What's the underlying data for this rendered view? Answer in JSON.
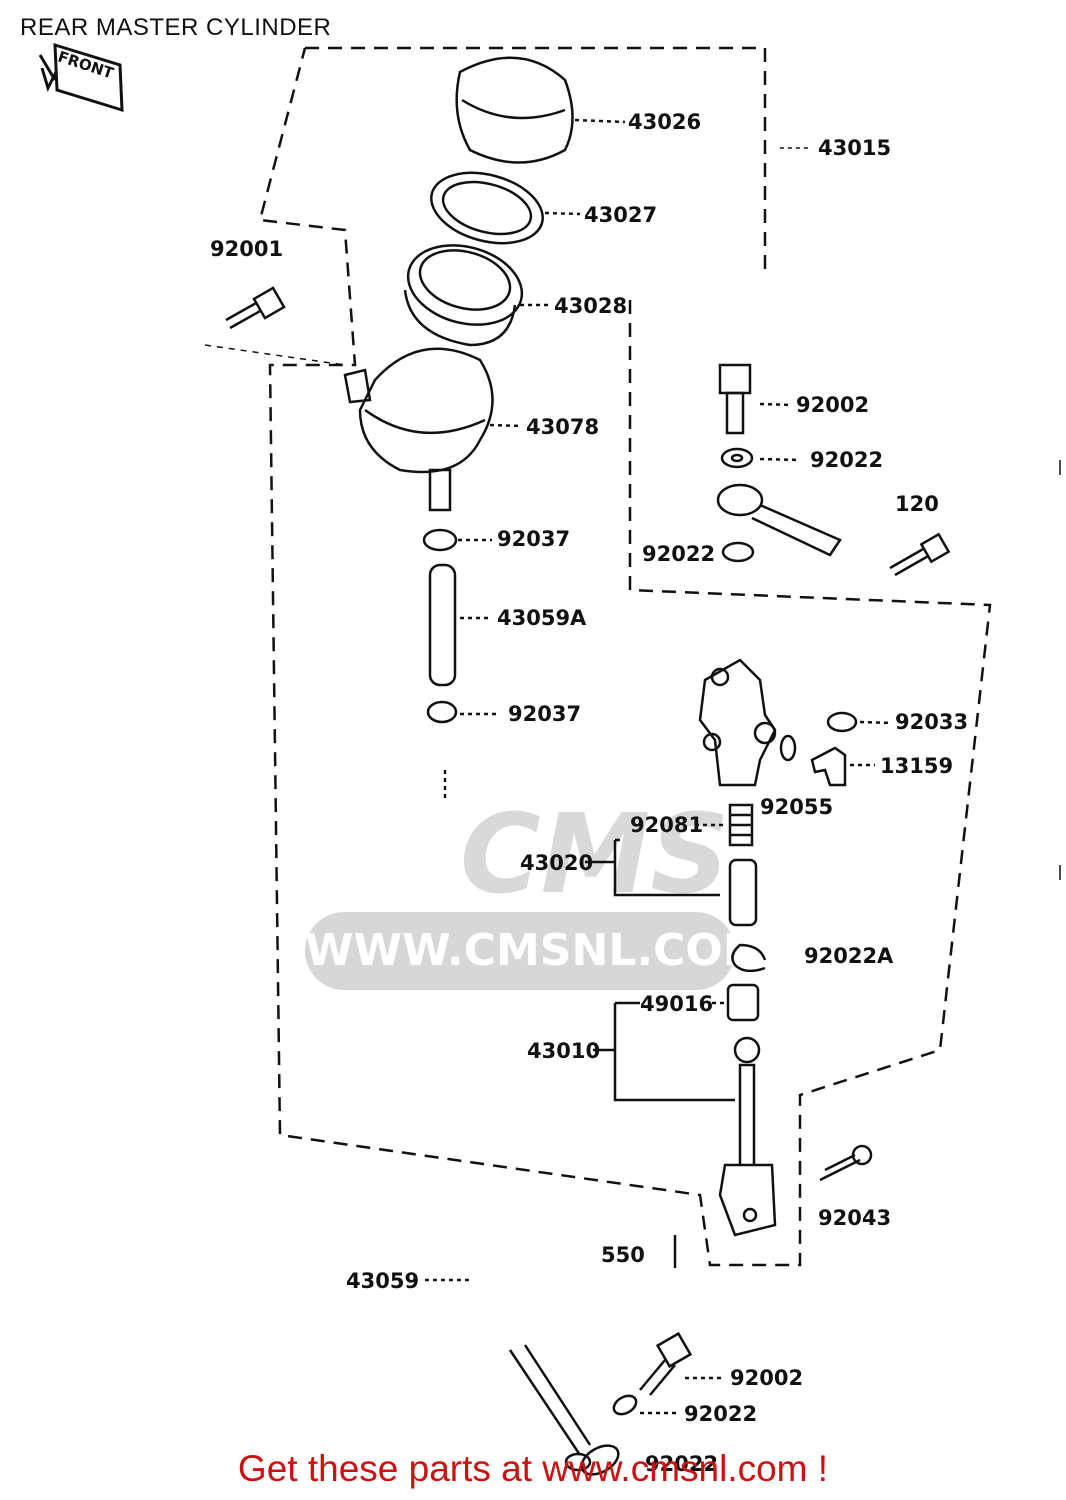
{
  "title": "REAR MASTER CYLINDER",
  "front_marker": "FRONT",
  "footer": "Get these parts at www.cmsnl.com !",
  "watermark": {
    "logo_text": "CMS",
    "url_text": "WWW.CMSNL.COM"
  },
  "parts": {
    "p43026": "43026",
    "p43015": "43015",
    "p43027": "43027",
    "p92001": "92001",
    "p43028": "43028",
    "p43078": "43078",
    "p92002_top": "92002",
    "p92022_top": "92022",
    "p120": "120",
    "p92022_mid": "92022",
    "p92037_top": "92037",
    "p43059A": "43059A",
    "p92037_bot": "92037",
    "p92033": "92033",
    "p13159": "13159",
    "p92055": "92055",
    "p92081": "92081",
    "p43020": "43020",
    "p92022A": "92022A",
    "p49016": "49016",
    "p43010": "43010",
    "p92043": "92043",
    "p550": "550",
    "p43059": "43059",
    "p92002_bot": "92002",
    "p92022_bot": "92022",
    "p92022_last": "92022"
  },
  "colors": {
    "line": "#111111",
    "footer": "#cc1111",
    "watermark": "#d7d7d7"
  }
}
